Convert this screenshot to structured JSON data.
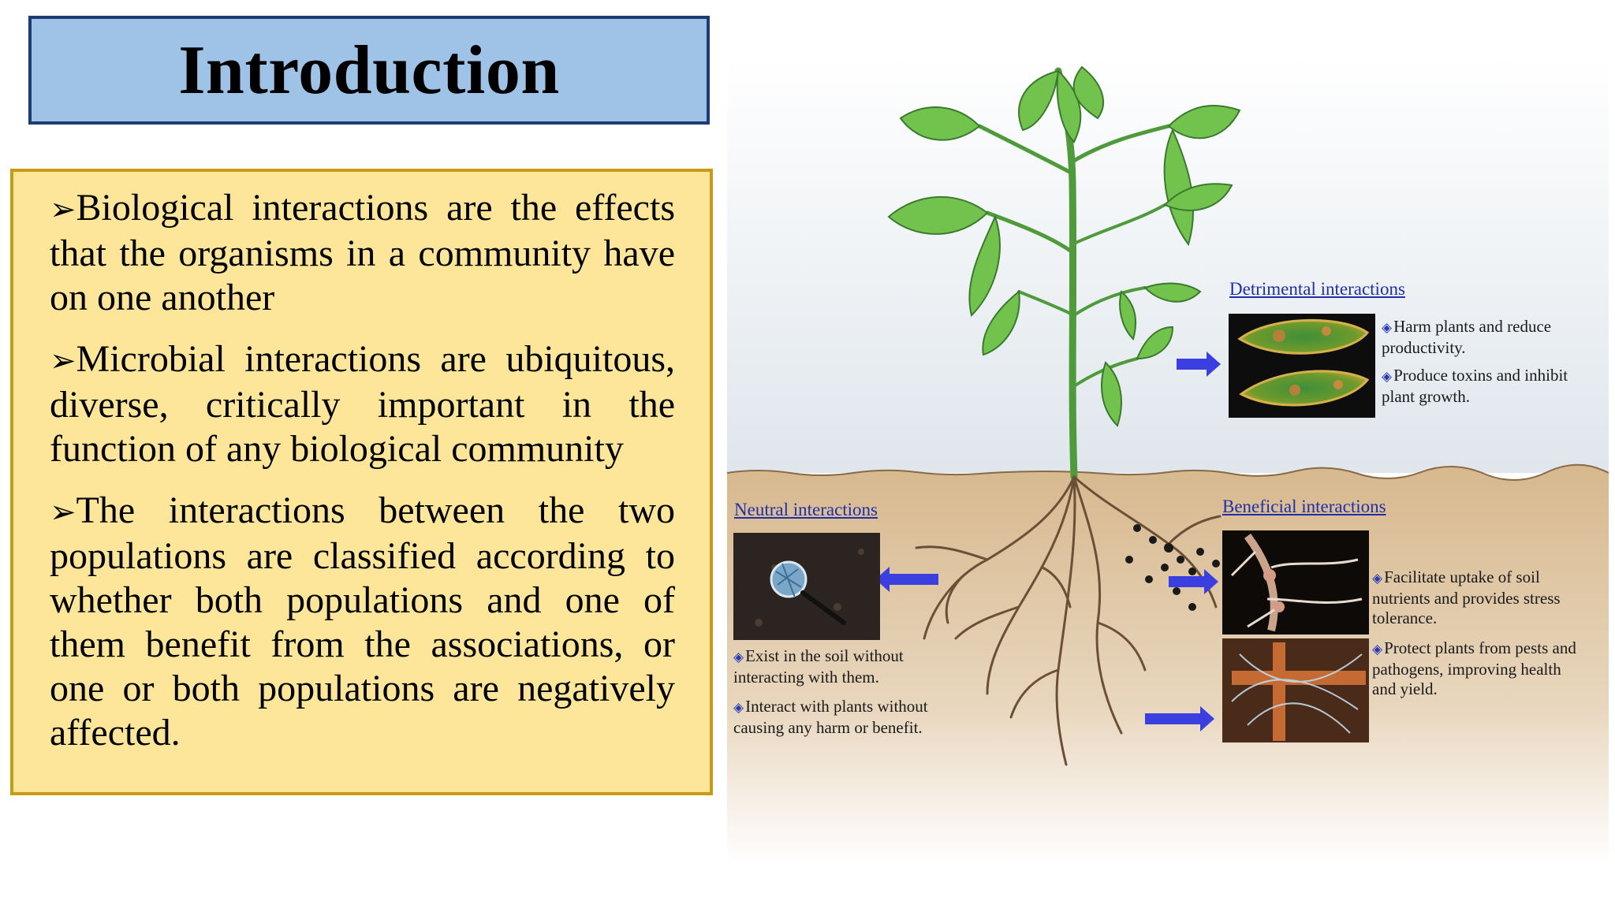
{
  "slide": {
    "title": "Introduction",
    "paragraphs": [
      "Biological interactions are the effects that the organisms in a community have on one another",
      "Microbial interactions are ubiquitous, diverse, critically important in the function of any biological community",
      "The interactions between the two populations are classified according to whether both populations and one of them benefit from the associations, or one or both populations are negatively affected."
    ]
  },
  "diagram": {
    "detrimental": {
      "heading": "Detrimental interactions",
      "points": [
        "Harm plants and reduce productivity.",
        "Produce toxins and inhibit plant growth."
      ]
    },
    "neutral": {
      "heading": "Neutral interactions",
      "points": [
        "Exist in the soil without interacting with them.",
        "Interact with plants without causing any harm or benefit."
      ]
    },
    "beneficial": {
      "heading": "Beneficial interactions",
      "points": [
        "Facilitate uptake of soil nutrients and provides stress tolerance.",
        "Protect plants from pests and pathogens, improving health and yield."
      ]
    }
  },
  "colors": {
    "title_bg": "#9fc3e7",
    "title_border": "#1f3b73",
    "text_bg": "#fde69a",
    "text_border": "#c99a16",
    "arrow_blue": "#3b3fe0",
    "heading_blue": "#1f2fa8",
    "leaf_green": "#6cc04a",
    "soil": "#dcc09a"
  },
  "icons": {
    "bullet_arrow": "➢",
    "bullet_diamond": "◈"
  }
}
